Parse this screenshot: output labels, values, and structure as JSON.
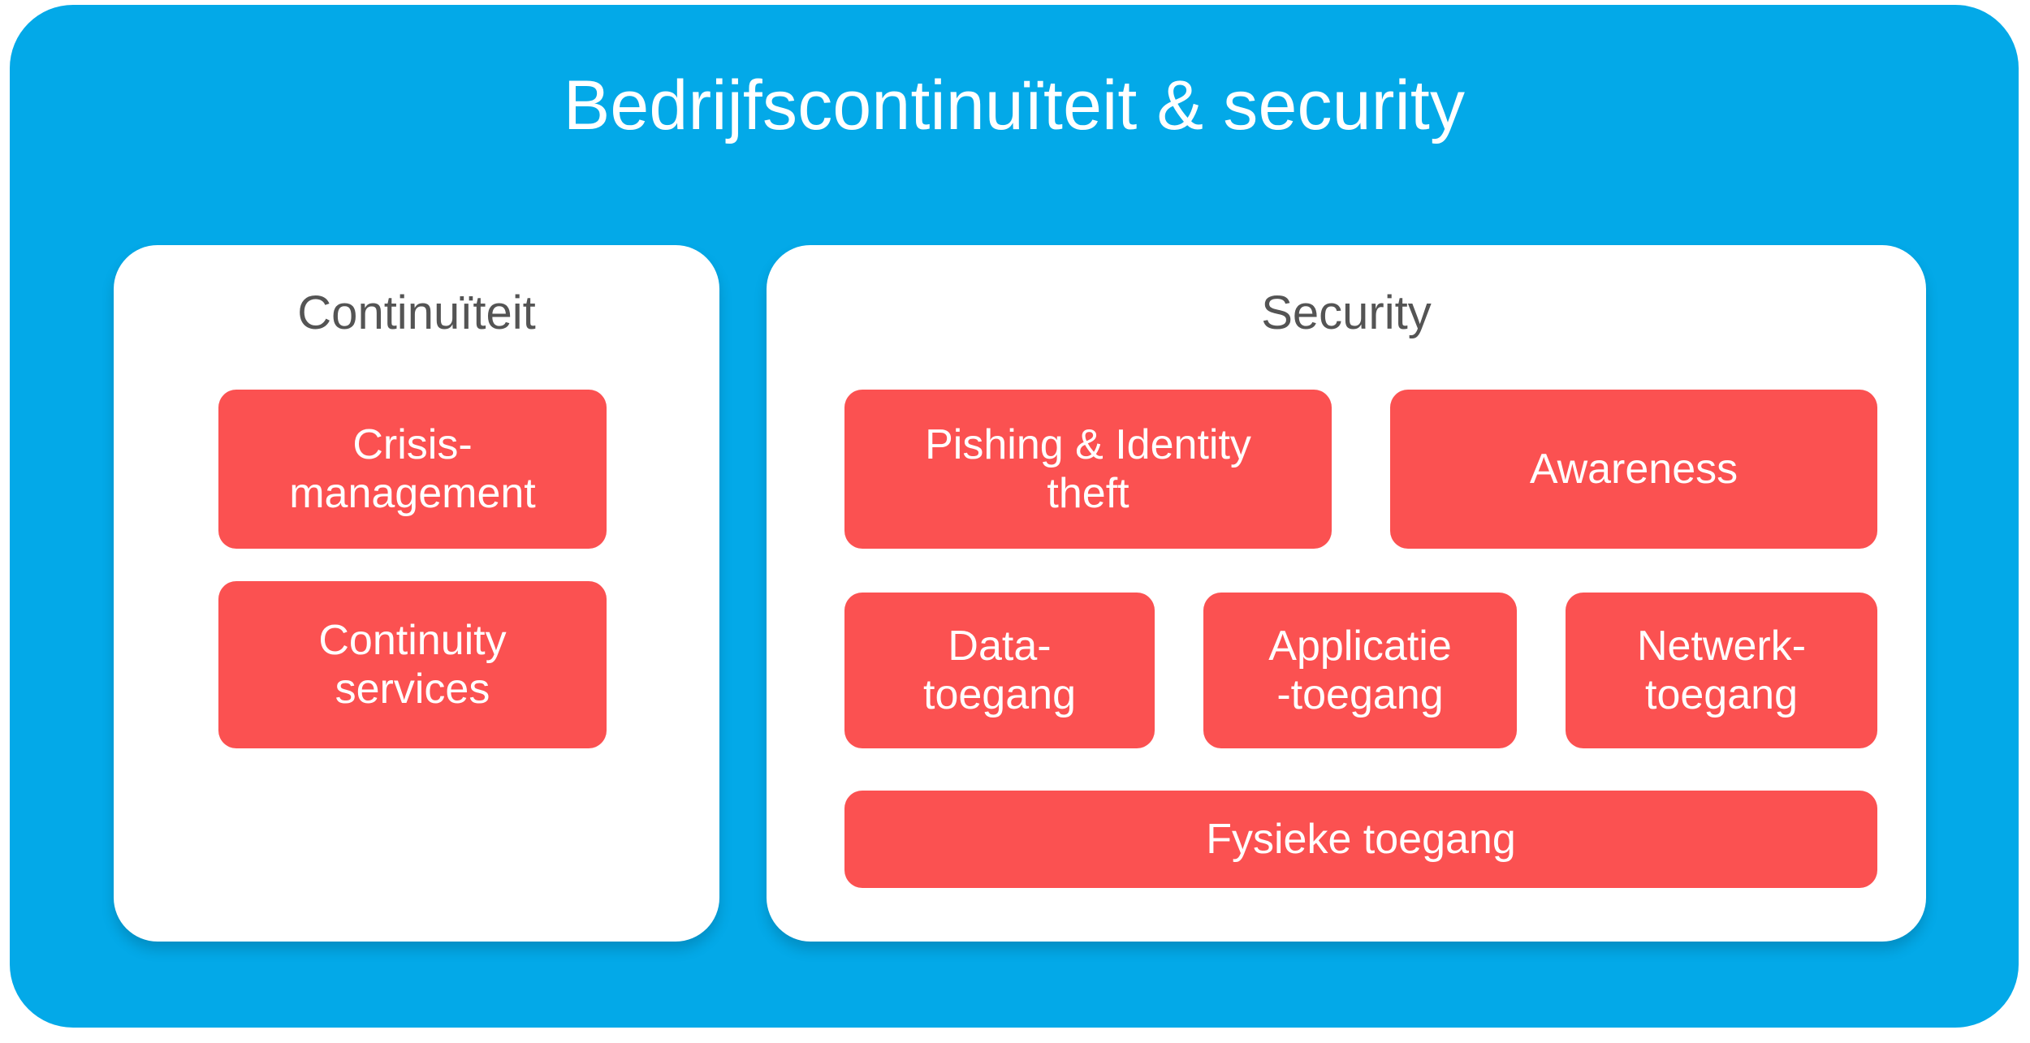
{
  "diagram": {
    "title": "Bedrijfscontinuïteit & security",
    "colors": {
      "outer_panel": "#03A9E8",
      "group_panel": "#FFFFFF",
      "item_box": "#FB5151",
      "title_text": "#FFFFFF",
      "group_title_text": "#545454",
      "item_text": "#FFFFFF"
    },
    "groups": [
      {
        "id": "continuiteit",
        "title": "Continuïteit",
        "items": [
          {
            "id": "crisismanagement",
            "label": "Crisis-\nmanagement"
          },
          {
            "id": "continuity-services",
            "label": "Continuity\nservices"
          }
        ]
      },
      {
        "id": "security",
        "title": "Security",
        "items": [
          {
            "id": "pishing-identity-theft",
            "label": "Pishing & Identity\ntheft"
          },
          {
            "id": "awareness",
            "label": "Awareness"
          },
          {
            "id": "data-toegang",
            "label": "Data-\ntoegang"
          },
          {
            "id": "applicatie-toegang",
            "label": "Applicatie\n-toegang"
          },
          {
            "id": "netwerk-toegang",
            "label": "Netwerk-\ntoegang"
          },
          {
            "id": "fysieke-toegang",
            "label": "Fysieke toegang"
          }
        ]
      }
    ]
  }
}
